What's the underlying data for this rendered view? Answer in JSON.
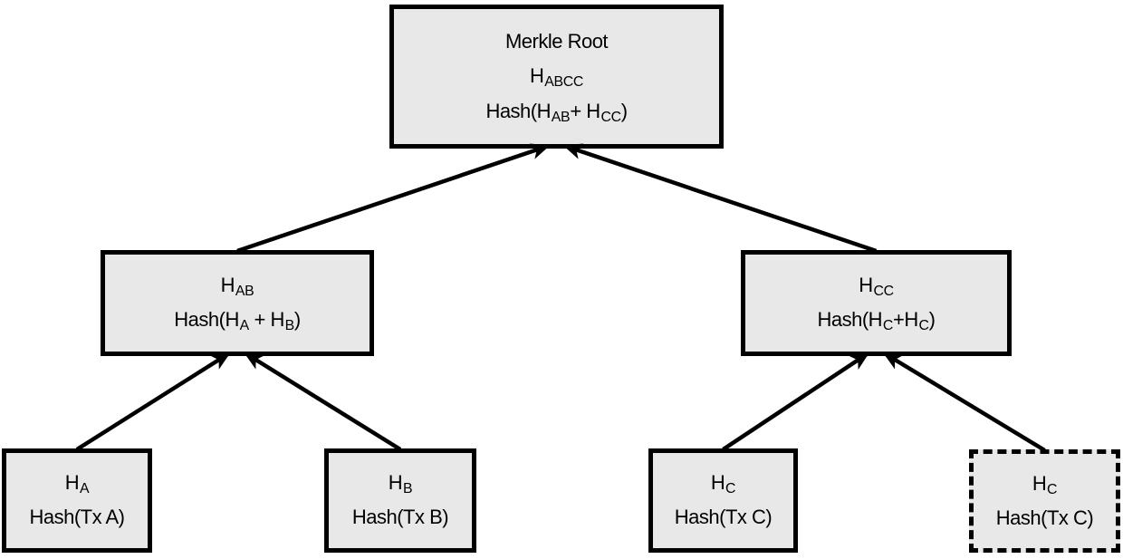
{
  "diagram": {
    "type": "merkle-tree",
    "colors": {
      "box_fill": "#e8e8e8",
      "box_border": "#000000",
      "arrow": "#000000",
      "background": "#ffffff"
    },
    "nodes": [
      {
        "id": "root",
        "name": "merkle-root",
        "border": "solid",
        "lines": [
          [
            {
              "t": "Merkle Root"
            }
          ],
          [
            {
              "t": "H"
            },
            {
              "s": "ABCC"
            }
          ],
          [
            {
              "t": "Hash(H"
            },
            {
              "s": "AB"
            },
            {
              "t": "+ H"
            },
            {
              "s": "CC"
            },
            {
              "t": ")"
            }
          ]
        ]
      },
      {
        "id": "h-ab",
        "name": "hash-ab",
        "border": "solid",
        "lines": [
          [
            {
              "t": "H"
            },
            {
              "s": "AB"
            }
          ],
          [
            {
              "t": "Hash(H"
            },
            {
              "s": "A"
            },
            {
              "t": " + H"
            },
            {
              "s": "B"
            },
            {
              "t": ")"
            }
          ]
        ]
      },
      {
        "id": "h-cc",
        "name": "hash-cc",
        "border": "solid",
        "lines": [
          [
            {
              "t": "H"
            },
            {
              "s": "CC"
            }
          ],
          [
            {
              "t": "Hash(H"
            },
            {
              "s": "C"
            },
            {
              "t": "+H"
            },
            {
              "s": "C"
            },
            {
              "t": ")"
            }
          ]
        ]
      },
      {
        "id": "h-a",
        "name": "hash-tx-a",
        "border": "solid",
        "lines": [
          [
            {
              "t": "H"
            },
            {
              "s": "A"
            }
          ],
          [
            {
              "t": "Hash(Tx A)"
            }
          ]
        ]
      },
      {
        "id": "h-b",
        "name": "hash-tx-b",
        "border": "solid",
        "lines": [
          [
            {
              "t": "H"
            },
            {
              "s": "B"
            }
          ],
          [
            {
              "t": "Hash(Tx B)"
            }
          ]
        ]
      },
      {
        "id": "h-c",
        "name": "hash-tx-c",
        "border": "solid",
        "lines": [
          [
            {
              "t": "H"
            },
            {
              "s": "C"
            }
          ],
          [
            {
              "t": "Hash(Tx C)"
            }
          ]
        ]
      },
      {
        "id": "h-c-dup",
        "name": "hash-tx-c-duplicated",
        "border": "dashed",
        "lines": [
          [
            {
              "t": "H"
            },
            {
              "s": "C"
            }
          ],
          [
            {
              "t": "Hash(Tx C)"
            }
          ]
        ]
      }
    ],
    "edges": [
      {
        "from": "h-ab",
        "to": "root"
      },
      {
        "from": "h-cc",
        "to": "root"
      },
      {
        "from": "h-a",
        "to": "h-ab"
      },
      {
        "from": "h-b",
        "to": "h-ab"
      },
      {
        "from": "h-c",
        "to": "h-cc"
      },
      {
        "from": "h-c-dup",
        "to": "h-cc"
      }
    ]
  }
}
